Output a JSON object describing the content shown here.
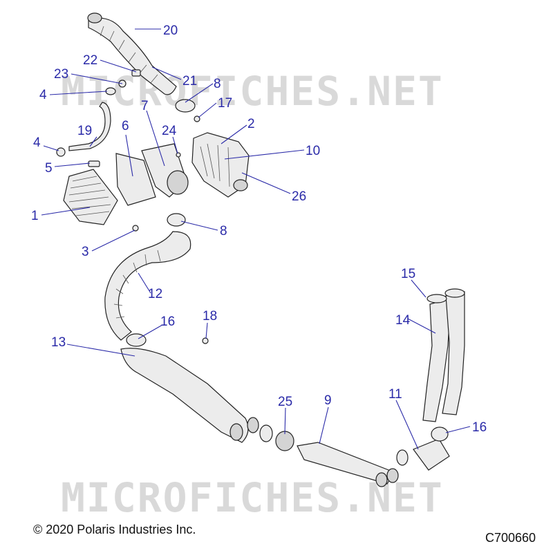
{
  "watermarks": [
    "MICROFICHES.NET",
    "MICROFICHES.NET"
  ],
  "copyright": "© 2020 Polaris Industries Inc.",
  "diagram_code": "C700660",
  "callouts": [
    "20",
    "22",
    "21",
    "23",
    "8",
    "4",
    "17",
    "7",
    "2",
    "19",
    "6",
    "24",
    "4",
    "10",
    "5",
    "26",
    "1",
    "8",
    "3",
    "12",
    "16",
    "18",
    "15",
    "13",
    "14",
    "25",
    "9",
    "11",
    "16"
  ]
}
